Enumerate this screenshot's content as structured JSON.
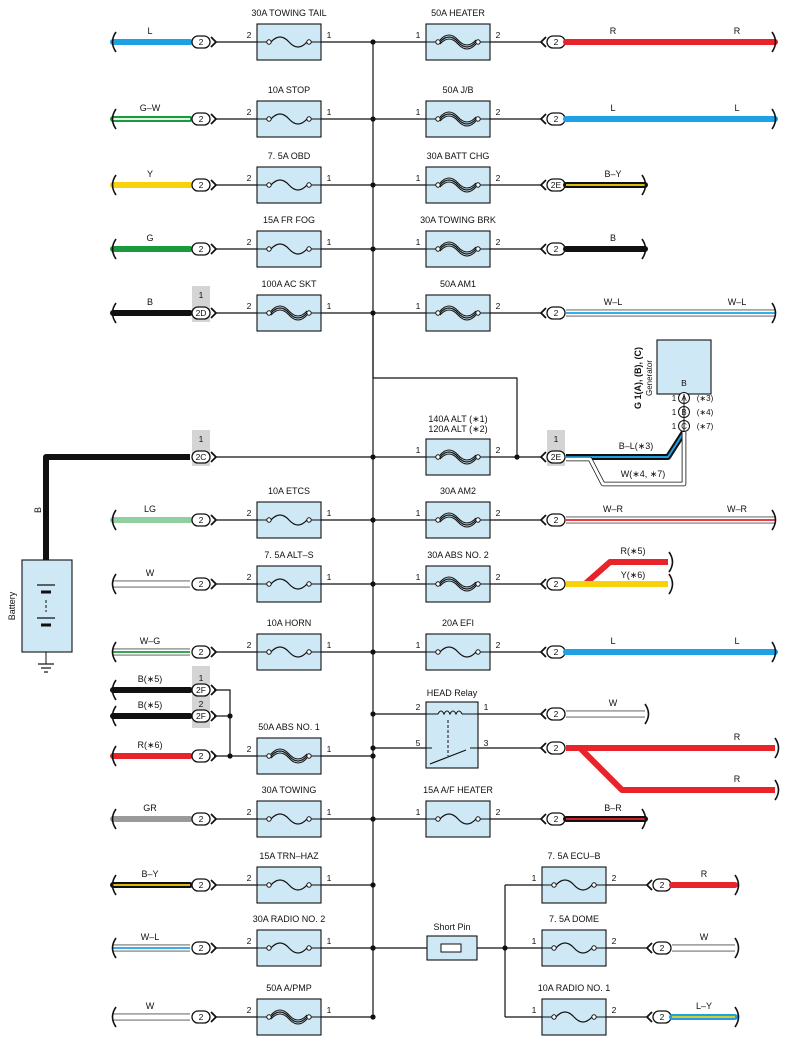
{
  "left_fuses": [
    {
      "label": "30A TOWING TAIL",
      "type": "fuse",
      "pin_left": "2",
      "pin_right": "1",
      "connector": "2",
      "wire": "L",
      "color": "#1ea0e6",
      "stripe": null
    },
    {
      "label": "10A STOP",
      "type": "fuse",
      "pin_left": "2",
      "pin_right": "1",
      "connector": "2",
      "wire": "G–W",
      "color": "#1a9a3c",
      "stripe": "#ffffff"
    },
    {
      "label": "7. 5A OBD",
      "type": "fuse",
      "pin_left": "2",
      "pin_right": "1",
      "connector": "2",
      "wire": "Y",
      "color": "#f5d20a",
      "stripe": null
    },
    {
      "label": "15A FR FOG",
      "type": "fuse",
      "pin_left": "2",
      "pin_right": "1",
      "connector": "2",
      "wire": "G",
      "color": "#1a9a3c",
      "stripe": null
    },
    {
      "label": "100A AC SKT",
      "type": "fusible",
      "pin_left": "2",
      "pin_right": "1",
      "connector": "2D",
      "connector_pin": "1",
      "wire": "B",
      "color": "#111111",
      "stripe": null
    },
    {
      "label": "10A ETCS",
      "type": "fuse",
      "pin_left": "2",
      "pin_right": "1",
      "connector": "2",
      "wire": "LG",
      "color": "#8fcfa0",
      "stripe": null
    },
    {
      "label": "7. 5A ALT–S",
      "type": "fuse",
      "pin_left": "2",
      "pin_right": "1",
      "connector": "2",
      "wire": "W",
      "color": "#ffffff",
      "stripe": null
    },
    {
      "label": "10A HORN",
      "type": "fuse",
      "pin_left": "2",
      "pin_right": "1",
      "connector": "2",
      "wire": "W–G",
      "color": "#ffffff",
      "stripe": "#1a9a3c"
    },
    {
      "label": "50A ABS NO. 1",
      "type": "fusible",
      "pin_left": "2",
      "pin_right": "1",
      "connector": "",
      "wire": "",
      "color": "",
      "stripe": null
    },
    {
      "label": "30A TOWING",
      "type": "fuse",
      "pin_left": "2",
      "pin_right": "1",
      "connector": "2",
      "wire": "GR",
      "color": "#9a9a9a",
      "stripe": null
    },
    {
      "label": "15A TRN–HAZ",
      "type": "fuse",
      "pin_left": "2",
      "pin_right": "1",
      "connector": "2",
      "wire": "B–Y",
      "color": "#111111",
      "stripe": "#f5d20a"
    },
    {
      "label": "30A RADIO NO. 2",
      "type": "fuse",
      "pin_left": "2",
      "pin_right": "1",
      "connector": "2",
      "wire": "W–L",
      "color": "#ffffff",
      "stripe": "#1ea0e6"
    },
    {
      "label": "50A A/PMP",
      "type": "fusible",
      "pin_left": "2",
      "pin_right": "1",
      "connector": "2",
      "wire": "W",
      "color": "#ffffff",
      "stripe": null
    }
  ],
  "right_fuses": [
    {
      "label": "50A HEATER",
      "type": "fusible",
      "pin_left": "1",
      "pin_right": "2",
      "connector": "2",
      "wire": "R",
      "wire2": "R",
      "color": "#e8232a",
      "stripe": null
    },
    {
      "label": "50A J/B",
      "type": "fusible",
      "pin_left": "1",
      "pin_right": "2",
      "connector": "2",
      "wire": "L",
      "wire2": "L",
      "color": "#1ea0e6",
      "stripe": null
    },
    {
      "label": "30A BATT CHG",
      "type": "fusible",
      "pin_left": "1",
      "pin_right": "2",
      "connector": "2E",
      "wire": "B–Y",
      "color": "#111111",
      "stripe": "#f5d20a"
    },
    {
      "label": "30A TOWING BRK",
      "type": "fusible",
      "pin_left": "1",
      "pin_right": "2",
      "connector": "2",
      "wire": "B",
      "color": "#111111",
      "stripe": null
    },
    {
      "label": "50A AM1",
      "type": "fusible",
      "pin_left": "1",
      "pin_right": "2",
      "connector": "2",
      "wire": "W–L",
      "wire2": "W–L",
      "color": "#ffffff",
      "stripe": "#1ea0e6"
    },
    {
      "label": "30A AM2",
      "type": "fusible",
      "pin_left": "1",
      "pin_right": "2",
      "connector": "2",
      "wire": "W–R",
      "wire2": "W–R",
      "color": "#ffffff",
      "stripe": "#e8232a"
    },
    {
      "label": "30A ABS NO. 2",
      "type": "fusible",
      "pin_left": "1",
      "pin_right": "2",
      "connector": "2",
      "wire": "",
      "color": "",
      "stripe": null
    },
    {
      "label": "20A EFI",
      "type": "fuse",
      "pin_left": "1",
      "pin_right": "2",
      "connector": "2",
      "wire": "L",
      "wire2": "L",
      "color": "#1ea0e6",
      "stripe": null
    },
    {
      "label": "15A A/F HEATER",
      "type": "fuse",
      "pin_left": "1",
      "pin_right": "2",
      "connector": "2",
      "wire": "B–R",
      "color": "#111111",
      "stripe": "#e8232a"
    }
  ],
  "alt_fuse": {
    "label1": "140A ALT (∗1)",
    "label2": "120A ALT (∗2)",
    "pin_left": "1",
    "pin_right": "2",
    "connector": "2E",
    "connector_pin": "1",
    "wire1": "B–L(∗3)",
    "wire2": "W(∗4, ∗7)"
  },
  "battery": {
    "label": "Battery",
    "wire": "B",
    "connector": "2C",
    "connector_pin": "1"
  },
  "generator": {
    "title": "G 1(A), (B), (C)",
    "subtitle": "Generator",
    "terminal": "B",
    "pins": [
      {
        "num": "1",
        "letter": "A",
        "note": "(∗3)"
      },
      {
        "num": "1",
        "letter": "B",
        "note": "(∗4)"
      },
      {
        "num": "1",
        "letter": "C",
        "note": "(∗7)"
      }
    ]
  },
  "abs2_wires": {
    "top": "R(∗5)",
    "bottom": "Y(∗6)"
  },
  "abs1_inputs": {
    "connector": "2F",
    "pin1": "1",
    "pin2": "2",
    "wire1": "B(∗5)",
    "wire2": "B(∗5)",
    "wire3": "R(∗6)"
  },
  "head_relay": {
    "label": "HEAD Relay",
    "pin_tl": "2",
    "pin_tr": "1",
    "pin_bl": "5",
    "pin_br": "3",
    "wire_top": "W",
    "wire_r1": "R",
    "wire_r2": "R"
  },
  "short_pin": {
    "label": "Short Pin"
  },
  "sub_fuses": [
    {
      "label": "7. 5A ECU–B",
      "pin_left": "1",
      "pin_right": "2",
      "connector": "2",
      "wire": "R",
      "color": "#e8232a",
      "stripe": null
    },
    {
      "label": "7. 5A DOME",
      "pin_left": "1",
      "pin_right": "2",
      "connector": "2",
      "wire": "W",
      "color": "#ffffff",
      "stripe": null
    },
    {
      "label": "10A RADIO NO. 1",
      "pin_left": "1",
      "pin_right": "2",
      "connector": "2",
      "wire": "L–Y",
      "color": "#1ea0e6",
      "stripe": "#f5d20a"
    }
  ]
}
